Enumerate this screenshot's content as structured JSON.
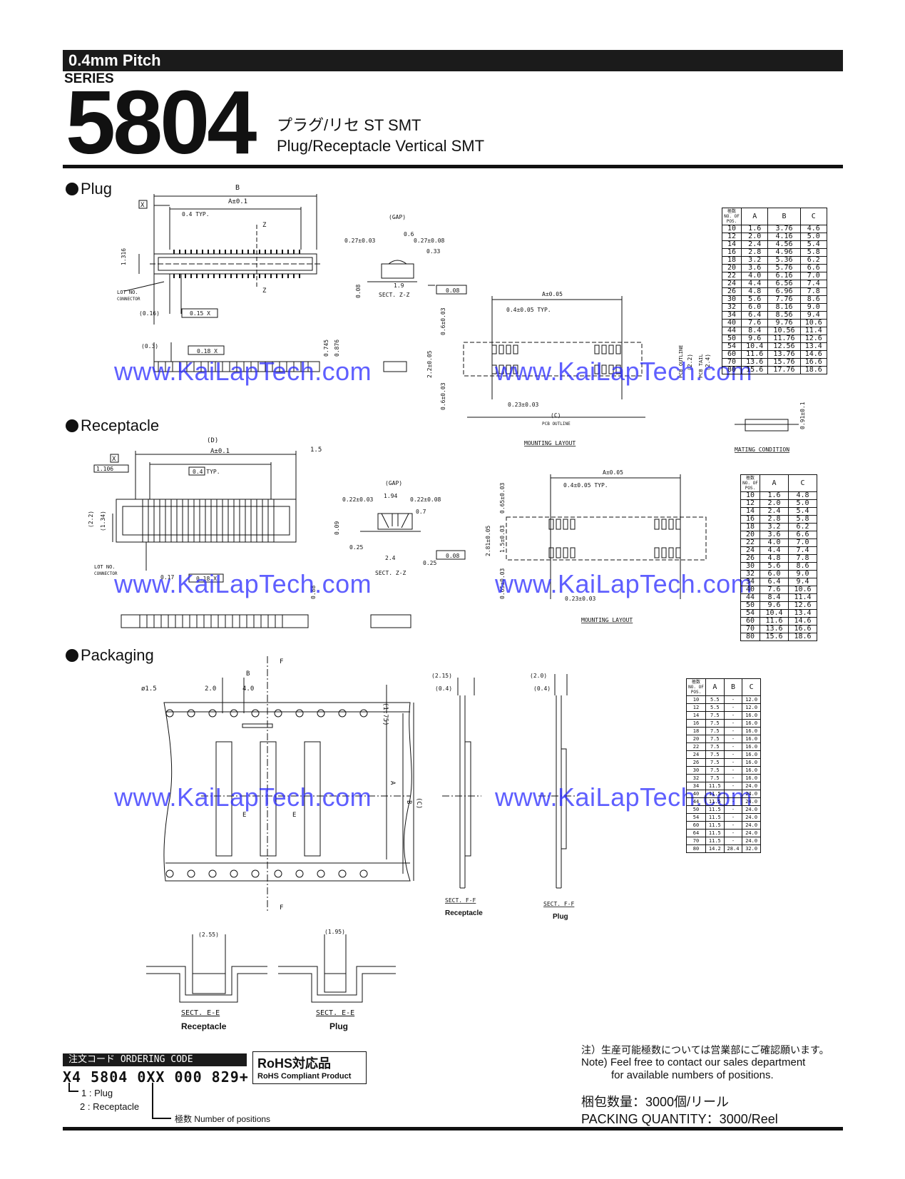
{
  "header": {
    "pitch": "0.4mm Pitch",
    "series_label": "SERIES",
    "series_number": "5804",
    "subtitle_jp": "プラグ/リセ ST SMT",
    "subtitle_en": "Plug/Receptacle Vertical SMT"
  },
  "sections": {
    "plug": "Plug",
    "receptacle": "Receptacle",
    "packaging": "Packaging"
  },
  "watermark": "www.KaiLapTech.com",
  "drawing_labels": {
    "B": "B",
    "A01": "A±0.1",
    "A005": "A±0.05",
    "X": "X",
    "Z": "Z",
    "F": "F",
    "E": "E",
    "p04typ": "0.4 TYP.",
    "p04typ2": "0.4±0.05 TYP.",
    "d1316": "1.316",
    "d016": "(0.16)",
    "d03": "(0.3)",
    "tol015": "0.15 X",
    "tol018": "0.18 X",
    "lotno": "LOT NO.",
    "connector": "CONNECTOR",
    "d0745": "0.745",
    "d0876": "0.876",
    "gap": "(GAP)",
    "d027a": "0.27±0.03",
    "d06": "0.6",
    "d027b": "0.27±0.08",
    "d033": "0.33",
    "d08": "0.08",
    "d19": "1.9",
    "sectzz": "SECT. Z-Z",
    "d008": "0.08",
    "d06b": "0.6±0.03",
    "d22": "2.2±0.05",
    "d023": "0.23±0.03",
    "d0c": "(C)",
    "pcb": "PCB OUTLINE",
    "pcbtail": "PCB TAIL",
    "d24": "(2.4)",
    "d22b": "(2.2)",
    "mount": "MOUNTING LAYOUT",
    "d091": "0.91±0.1",
    "mating": "MATING CONDITION",
    "dD": "(D)",
    "d15": "1.5",
    "d1106": "1.106",
    "d134": "(1.34)",
    "d017": "0.17",
    "d022a": "0.22±0.03",
    "d194": "1.94",
    "d022b": "0.22±0.08",
    "d07": "0.7",
    "d09": "0.09",
    "d025": "0.25",
    "d24b": "2.4",
    "d025b": "0.25",
    "d0605": "0.65±0.03",
    "d281": "2.81±0.05",
    "d15b": "1.5±0.03",
    "d088": "0.88",
    "d15dia": "ø1.5",
    "d20": "2.0",
    "d40": "4.0",
    "d175": "(1.75)",
    "dA": "A",
    "dB": "B",
    "dC": "(C)",
    "d215": "(2.15)",
    "d04": "(0.4)",
    "d20b": "(2.0)",
    "d04b": "(0.4)",
    "sectff": "SECT. F-F",
    "recep": "Receptacle",
    "plug": "Plug",
    "d255": "(2.55)",
    "d195": "(1.95)",
    "sectee": "SECT. E-E"
  },
  "plug_table": {
    "headers": [
      "極数 NO. OF POS.",
      "A",
      "B",
      "C"
    ],
    "rows": [
      [
        "10",
        "1.6",
        "3.76",
        "4.6"
      ],
      [
        "12",
        "2.0",
        "4.16",
        "5.0"
      ],
      [
        "14",
        "2.4",
        "4.56",
        "5.4"
      ],
      [
        "16",
        "2.8",
        "4.96",
        "5.8"
      ],
      [
        "18",
        "3.2",
        "5.36",
        "6.2"
      ],
      [
        "20",
        "3.6",
        "5.76",
        "6.6"
      ],
      [
        "22",
        "4.0",
        "6.16",
        "7.0"
      ],
      [
        "24",
        "4.4",
        "6.56",
        "7.4"
      ],
      [
        "26",
        "4.8",
        "6.96",
        "7.8"
      ],
      [
        "30",
        "5.6",
        "7.76",
        "8.6"
      ],
      [
        "32",
        "6.0",
        "8.16",
        "9.0"
      ],
      [
        "34",
        "6.4",
        "8.56",
        "9.4"
      ],
      [
        "40",
        "7.6",
        "9.76",
        "10.6"
      ],
      [
        "44",
        "8.4",
        "10.56",
        "11.4"
      ],
      [
        "50",
        "9.6",
        "11.76",
        "12.6"
      ],
      [
        "54",
        "10.4",
        "12.56",
        "13.4"
      ],
      [
        "60",
        "11.6",
        "13.76",
        "14.6"
      ],
      [
        "70",
        "13.6",
        "15.76",
        "16.6"
      ],
      [
        "80",
        "15.6",
        "17.76",
        "18.6"
      ]
    ]
  },
  "receptacle_table": {
    "headers": [
      "極数 NO. OF POS.",
      "A",
      "C"
    ],
    "rows": [
      [
        "10",
        "1.6",
        "4.8"
      ],
      [
        "12",
        "2.0",
        "5.0"
      ],
      [
        "14",
        "2.4",
        "5.4"
      ],
      [
        "16",
        "2.8",
        "5.8"
      ],
      [
        "18",
        "3.2",
        "6.2"
      ],
      [
        "20",
        "3.6",
        "6.6"
      ],
      [
        "22",
        "4.0",
        "7.0"
      ],
      [
        "24",
        "4.4",
        "7.4"
      ],
      [
        "26",
        "4.8",
        "7.8"
      ],
      [
        "30",
        "5.6",
        "8.6"
      ],
      [
        "32",
        "6.0",
        "9.0"
      ],
      [
        "34",
        "6.4",
        "9.4"
      ],
      [
        "40",
        "7.6",
        "10.6"
      ],
      [
        "44",
        "8.4",
        "11.4"
      ],
      [
        "50",
        "9.6",
        "12.6"
      ],
      [
        "54",
        "10.4",
        "13.4"
      ],
      [
        "60",
        "11.6",
        "14.6"
      ],
      [
        "70",
        "13.6",
        "16.6"
      ],
      [
        "80",
        "15.6",
        "18.6"
      ]
    ]
  },
  "packaging_table": {
    "headers": [
      "極数 NO. OF POS.",
      "A",
      "B",
      "C"
    ],
    "rows": [
      [
        "10",
        "5.5",
        "-",
        "12.0"
      ],
      [
        "12",
        "5.5",
        "-",
        "12.0"
      ],
      [
        "14",
        "7.5",
        "-",
        "16.0"
      ],
      [
        "16",
        "7.5",
        "-",
        "16.0"
      ],
      [
        "18",
        "7.5",
        "-",
        "16.0"
      ],
      [
        "20",
        "7.5",
        "-",
        "16.0"
      ],
      [
        "22",
        "7.5",
        "-",
        "16.0"
      ],
      [
        "24",
        "7.5",
        "-",
        "16.0"
      ],
      [
        "26",
        "7.5",
        "-",
        "16.0"
      ],
      [
        "30",
        "7.5",
        "-",
        "16.0"
      ],
      [
        "32",
        "7.5",
        "-",
        "16.0"
      ],
      [
        "34",
        "11.5",
        "-",
        "24.0"
      ],
      [
        "40",
        "11.5",
        "-",
        "24.0"
      ],
      [
        "44",
        "11.5",
        "-",
        "24.0"
      ],
      [
        "50",
        "11.5",
        "-",
        "24.0"
      ],
      [
        "54",
        "11.5",
        "-",
        "24.0"
      ],
      [
        "60",
        "11.5",
        "-",
        "24.0"
      ],
      [
        "64",
        "11.5",
        "-",
        "24.0"
      ],
      [
        "70",
        "11.5",
        "-",
        "24.0"
      ],
      [
        "80",
        "14.2",
        "28.4",
        "32.0"
      ]
    ]
  },
  "ordering": {
    "title": "注文コード ORDERING CODE",
    "code": "X4 5804 0XX 000 829+",
    "opt1": "1 : Plug",
    "opt2": "2 : Receptacle",
    "positions": "極数 Number of positions"
  },
  "rohs": {
    "line1": "RoHS対応品",
    "line2": "RoHS Compliant Product"
  },
  "notes": {
    "jp": "注）生産可能極数については営業部にご確認願います。",
    "en1": "Note) Feel free to contact our sales department",
    "en2": "for available numbers of positions.",
    "pack_jp": "梱包数量：3000個/リール",
    "pack_en": "PACKING QUANTITY：3000/Reel"
  }
}
